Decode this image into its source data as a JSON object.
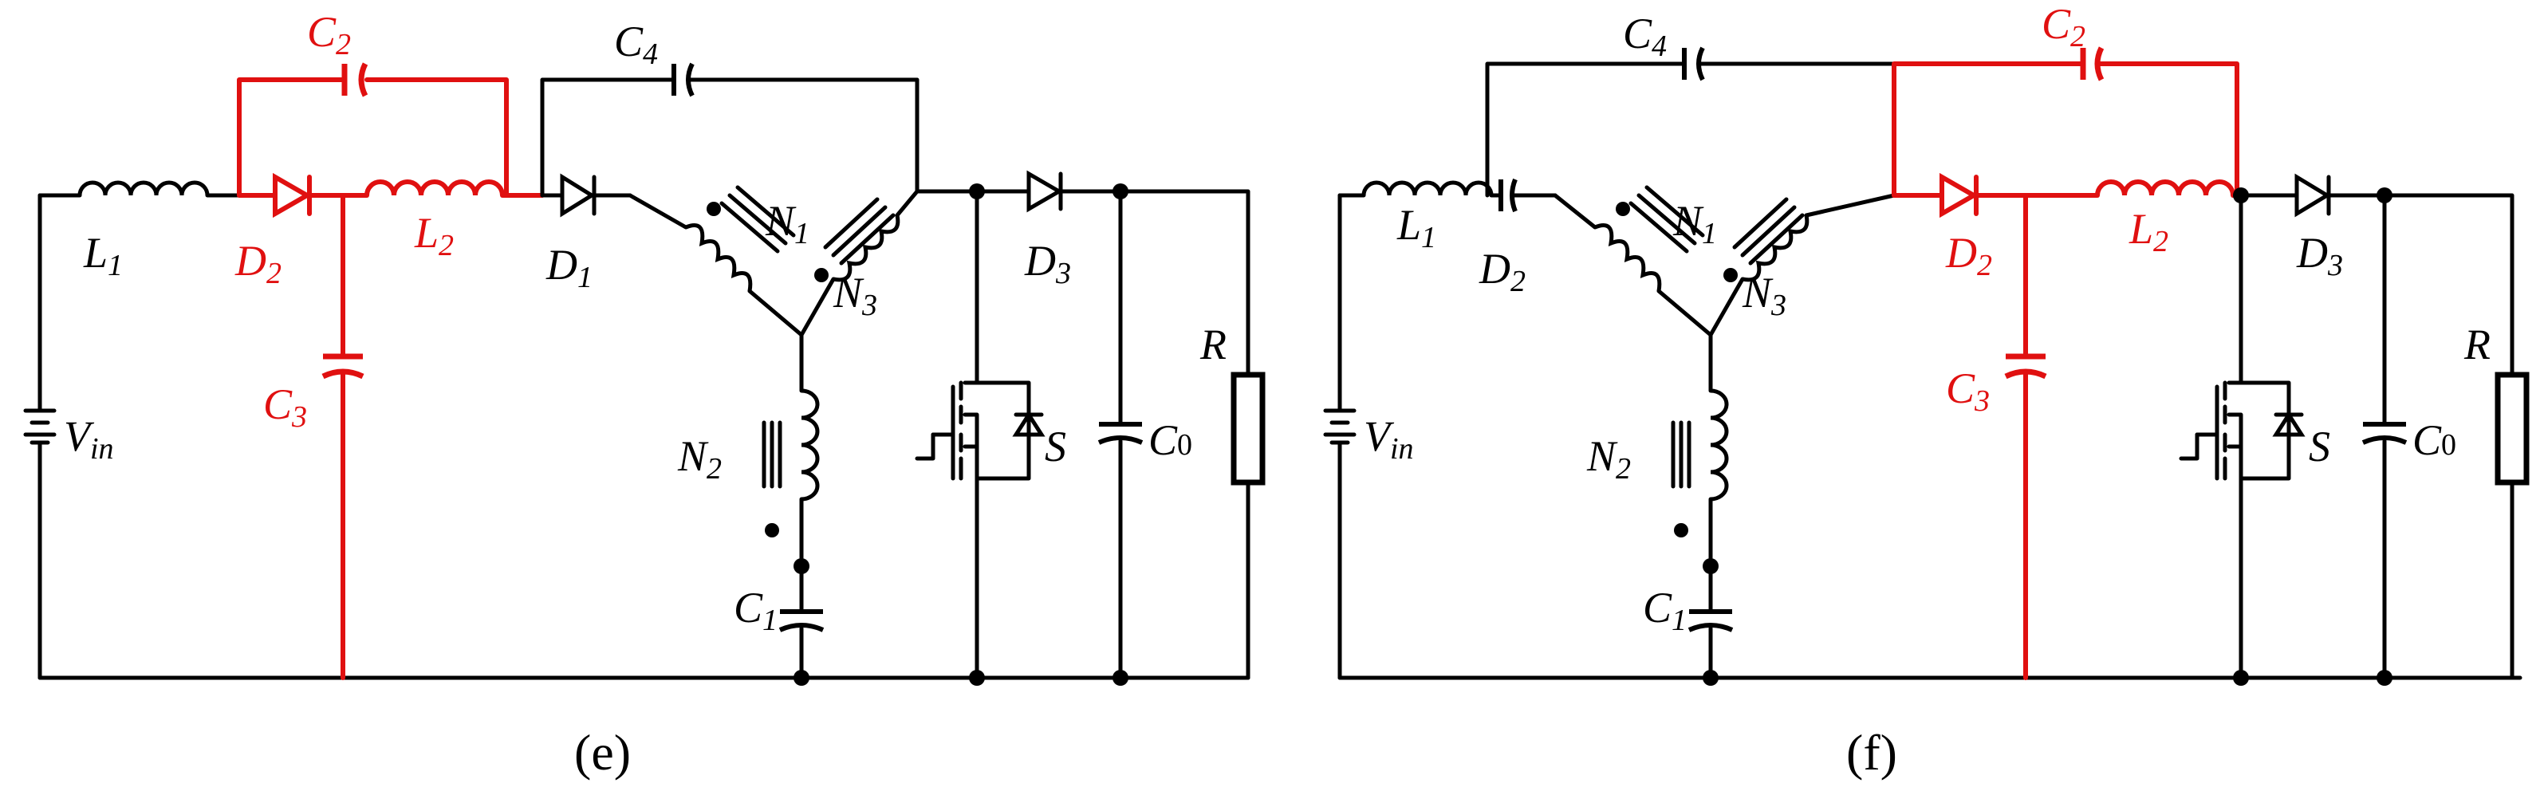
{
  "panels": [
    {
      "caption": "(e)",
      "labels": {
        "L1": {
          "main": "L",
          "sub": "1"
        },
        "L2": {
          "main": "L",
          "sub": "2"
        },
        "D1": {
          "main": "D",
          "sub": "1"
        },
        "D2": {
          "main": "D",
          "sub": "2"
        },
        "D3": {
          "main": "D",
          "sub": "3"
        },
        "C1": {
          "main": "C",
          "sub": "1"
        },
        "C2": {
          "main": "C",
          "sub": "2"
        },
        "C3": {
          "main": "C",
          "sub": "3"
        },
        "C4": {
          "main": "C",
          "sub": "4"
        },
        "C0": {
          "main": "C",
          "sub": "0"
        },
        "N1": {
          "main": "N",
          "sub": "1"
        },
        "N2": {
          "main": "N",
          "sub": "2"
        },
        "N3": {
          "main": "N",
          "sub": "3"
        },
        "Vin": {
          "main": "V",
          "sub": "in"
        },
        "R": "R",
        "S": "S"
      },
      "highlighted_path": [
        "C2",
        "D2",
        "L2",
        "C3"
      ]
    },
    {
      "caption": "(f)",
      "labels": {
        "L1": {
          "main": "L",
          "sub": "1"
        },
        "L2": {
          "main": "L",
          "sub": "2"
        },
        "D2a": {
          "main": "D",
          "sub": "2"
        },
        "D2": {
          "main": "D",
          "sub": "2"
        },
        "D3": {
          "main": "D",
          "sub": "3"
        },
        "C1": {
          "main": "C",
          "sub": "1"
        },
        "C2": {
          "main": "C",
          "sub": "2"
        },
        "C3": {
          "main": "C",
          "sub": "3"
        },
        "C4": {
          "main": "C",
          "sub": "4"
        },
        "C0": {
          "main": "C",
          "sub": "0"
        },
        "N1": {
          "main": "N",
          "sub": "1"
        },
        "N2": {
          "main": "N",
          "sub": "2"
        },
        "N3": {
          "main": "N",
          "sub": "3"
        },
        "Vin": {
          "main": "V",
          "sub": "in"
        },
        "R": "R",
        "S": "S"
      },
      "highlighted_path": [
        "C2",
        "D2",
        "L2",
        "C3"
      ]
    }
  ],
  "colors": {
    "wire": "#000000",
    "highlight": "#e01010"
  }
}
